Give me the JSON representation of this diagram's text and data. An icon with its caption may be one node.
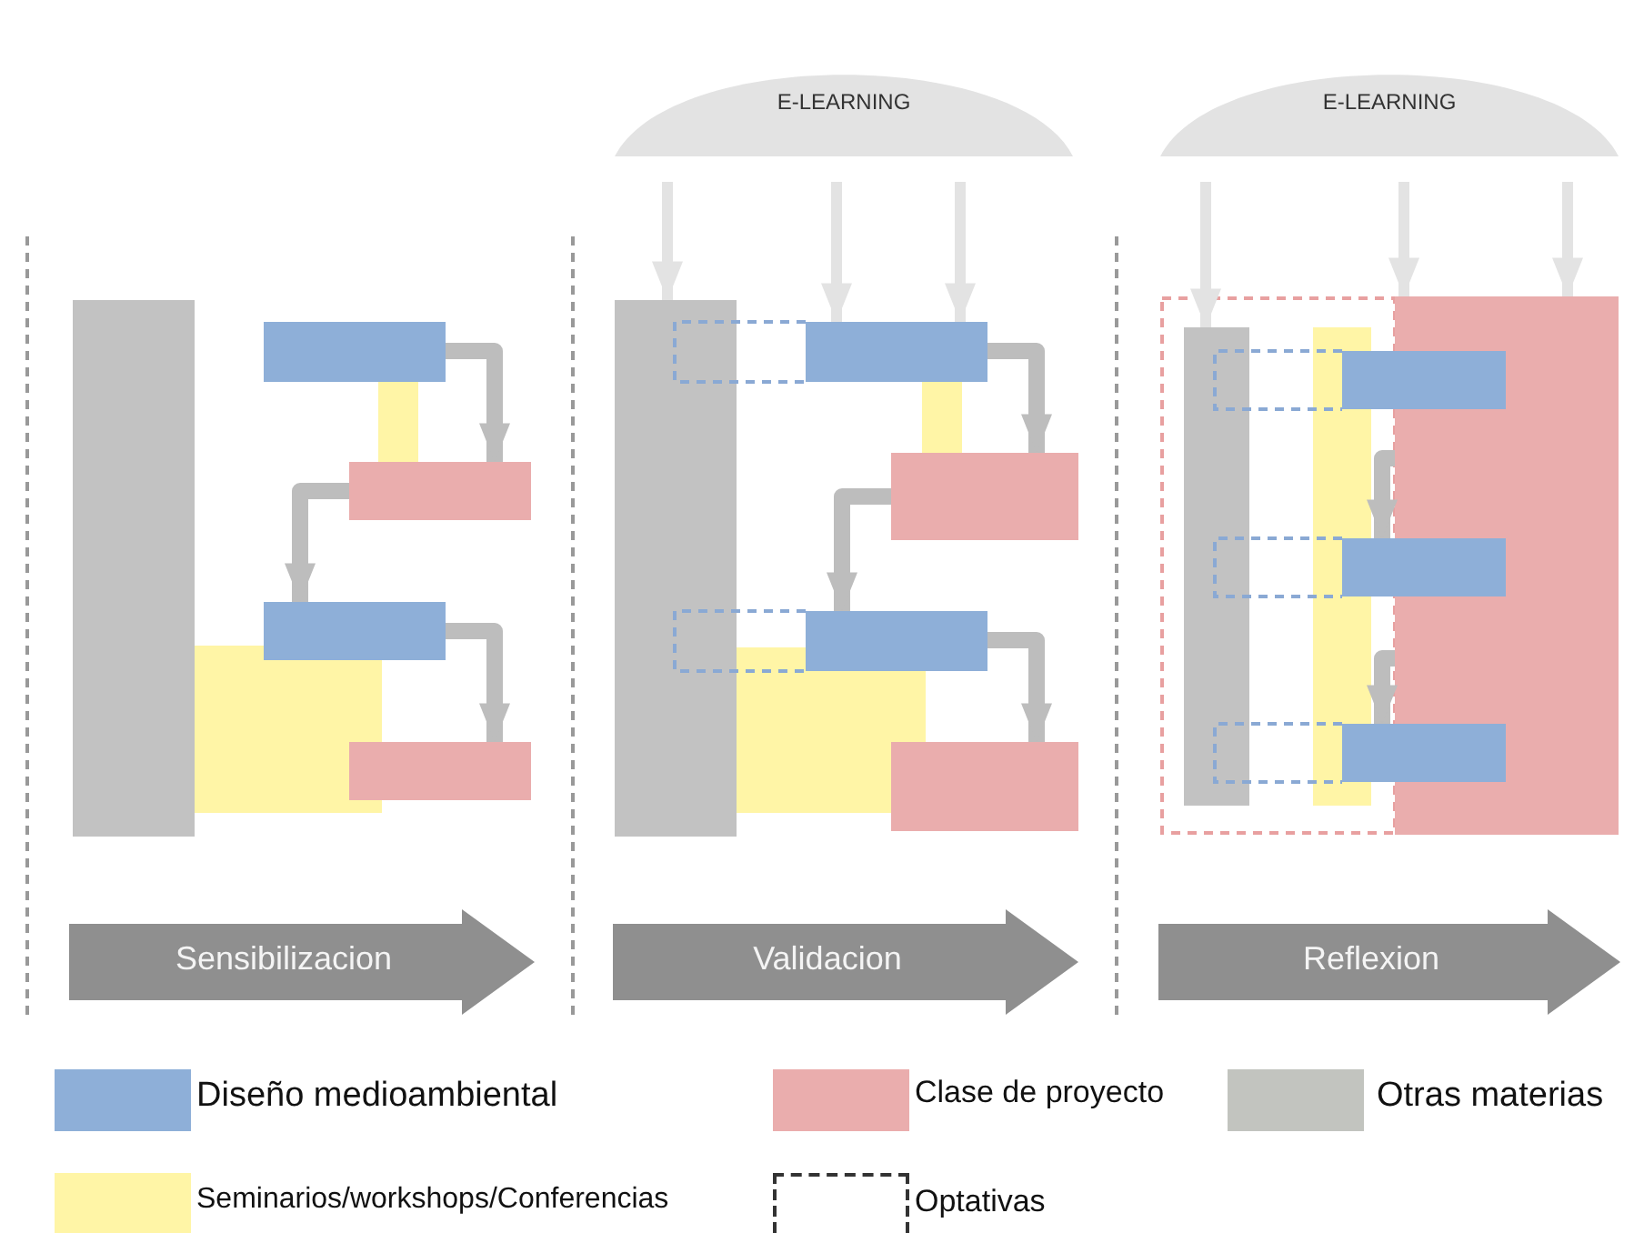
{
  "diagram": {
    "nodes": [
      {
        "text": [
          "E-LEARNING"
        ]
      },
      {
        "text": [
          "E-LEARNING"
        ]
      },
      {
        "text": [],
        "shape": "box"
      },
      {
        "text": [],
        "shape": "box"
      },
      {
        "text": [],
        "shape": "box"
      },
      {
        "text": [],
        "shape": "box"
      },
      {
        "text": [],
        "shape": "box"
      },
      {
        "text": [],
        "shape": "box"
      },
      {
        "text": [],
        "shape": "box"
      },
      {
        "text": [],
        "shape": "box"
      },
      {
        "text": [],
        "shape": "box"
      },
      {
        "text": [],
        "shape": "box"
      },
      {
        "text": [],
        "shape": "box"
      },
      {
        "text": [],
        "shape": "box"
      },
      {
        "text": [
          "Sensibilizacion"
        ]
      },
      {
        "text": [
          "Validacion"
        ]
      },
      {
        "text": [
          "Reflexion"
        ]
      },
      {
        "text": [],
        "shape": "box"
      },
      {
        "text": [],
        "shape": "box"
      },
      {
        "text": [],
        "shape": "box"
      },
      {
        "text": [],
        "shape": "box"
      },
      {
        "text": [],
        "shape": "box"
      },
      {
        "text": [],
        "shape": "box"
      },
      {
        "text": [],
        "shape": "box"
      },
      {
        "text": [],
        "shape": "box"
      }
    ],
    "edges": [
      {
        "from": 0,
        "to": 18,
        "arrow": "to",
        "color": "#e3e3e3"
      },
      {
        "from": 0,
        "to": 6,
        "arrow": "to",
        "color": "#e3e3e3"
      },
      {
        "from": 0,
        "to": 6,
        "arrow": "to",
        "color": "#e3e3e3"
      },
      {
        "from": 1,
        "to": 19,
        "arrow": "to",
        "color": "#e3e3e3"
      },
      {
        "from": 1,
        "to": 10,
        "arrow": "to",
        "color": "#e3e3e3"
      },
      {
        "from": 1,
        "to": 10,
        "arrow": "to",
        "color": "#e3e3e3"
      },
      {
        "from": 2,
        "to": 3,
        "arrow": "to"
      },
      {
        "from": 3,
        "to": 4,
        "arrow": "to"
      },
      {
        "from": 4,
        "to": 5,
        "arrow": "to"
      },
      {
        "from": 6,
        "to": 7,
        "arrow": "to"
      },
      {
        "from": 7,
        "to": 8,
        "arrow": "to"
      },
      {
        "from": 8,
        "to": 9,
        "arrow": "to"
      },
      {
        "from": 10,
        "to": 12,
        "arrow": "to"
      },
      {
        "from": 10,
        "to": 13,
        "arrow": "to"
      }
    ],
    "legend": [
      {
        "text": "Diseño medioambiental",
        "color": "#8eafd8"
      },
      {
        "text": "Clase de proyecto",
        "color": "#eaadad"
      },
      {
        "text": "Otras materias",
        "color": "#c2c4bf"
      },
      {
        "text": "Seminarios/workshops/Conferencias",
        "color": "#fff5a6"
      },
      {
        "text": "Optativas"
      }
    ]
  }
}
